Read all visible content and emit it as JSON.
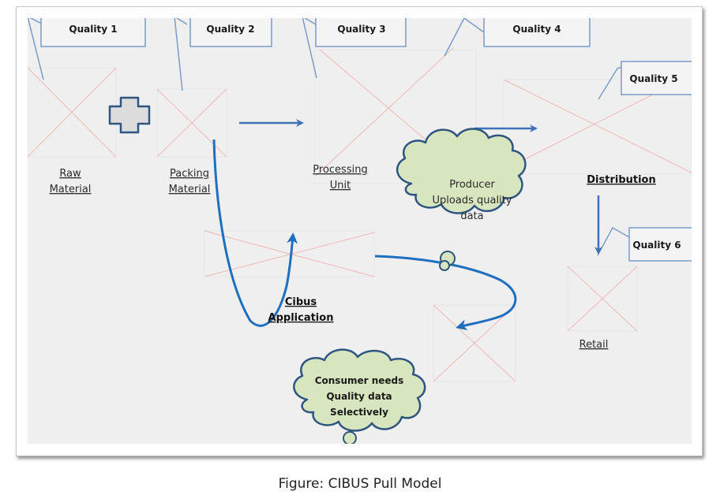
{
  "diagram": {
    "callouts": [
      "Quality 1",
      "Quality 2",
      "Quality 3",
      "Quality 4",
      "Quality 5",
      "Quality 6"
    ],
    "stages": {
      "raw_material": [
        "Raw",
        "Material"
      ],
      "packing_material": [
        "Packing",
        "Material"
      ],
      "processing_unit": [
        "Processing",
        "Unit"
      ],
      "distribution": "Distribution",
      "retail": "Retail",
      "cibus_application": [
        "Cibus",
        "Application"
      ]
    },
    "clouds": {
      "producer": [
        "Producer",
        "Uploads quality",
        "data"
      ],
      "consumer": [
        "Consumer needs",
        "Quality data",
        "Selectively"
      ]
    },
    "colors": {
      "arrow": "#3d72b8",
      "curve": "#1f6fbf",
      "callout_border": "#7a9cc8",
      "cloud_fill": "#d8e6bf",
      "cloud_border": "#2f5680",
      "placeholder_x": "#f0b8b8"
    }
  },
  "caption": "Figure: CIBUS Pull Model"
}
